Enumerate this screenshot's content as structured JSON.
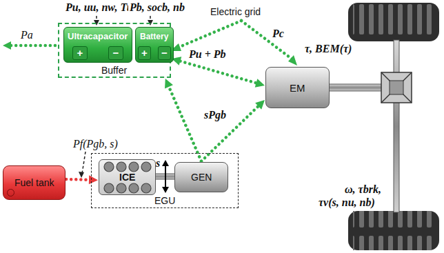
{
  "diagram": {
    "nodes": [
      {
        "text": [
          "Buffer"
        ]
      },
      {
        "text": [
          "Ultracapacitor",
          "+",
          "−"
        ],
        "in": 0
      },
      {
        "text": [
          "Battery",
          "+",
          "−"
        ],
        "in": 0
      },
      {
        "text": [
          "EM"
        ]
      },
      {
        "text": [
          "Fuel tank"
        ]
      },
      {
        "text": [
          "EGU"
        ]
      },
      {
        "text": [
          "ICE"
        ],
        "in": 5
      },
      {
        "text": [
          "GEN"
        ],
        "in": 5
      }
    ],
    "edges": [
      {
        "from": 0,
        "to": 3,
        "arrow": "both",
        "label": "Pu + Pb"
      },
      {
        "from": 7,
        "to": 3,
        "arrow": "to",
        "label": "sPgb"
      },
      {
        "from": 7,
        "to": 0,
        "arrow": "to"
      },
      {
        "from": 4,
        "to": 6,
        "arrow": "to"
      }
    ],
    "labels": [
      "Pu, uu, nw, Tu",
      "Pb, socb, nb",
      "Electric grid",
      "Pc",
      "Pa",
      "τ, BEM(τ)",
      "s",
      "Pf(Pgb, s)",
      "ω, τbrk,",
      "τv(s, nu, nb)"
    ]
  }
}
